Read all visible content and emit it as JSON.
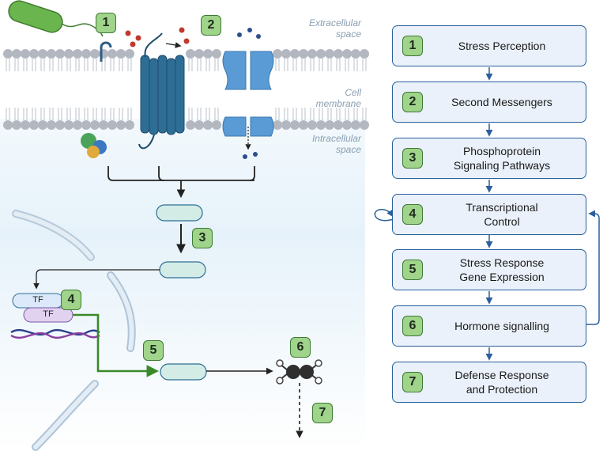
{
  "labels": {
    "extracellular": [
      "Extracellular",
      "space"
    ],
    "membrane": [
      "Cell",
      "membrane"
    ],
    "intracellular": [
      "Intracellular",
      "space"
    ]
  },
  "diagram_badges": [
    "1",
    "2",
    "3",
    "4",
    "5",
    "6",
    "7"
  ],
  "tf_labels": [
    "TF",
    "TF"
  ],
  "flow_steps": [
    {
      "num": "1",
      "lines": [
        "Stress Perception"
      ]
    },
    {
      "num": "2",
      "lines": [
        "Second Messengers"
      ]
    },
    {
      "num": "3",
      "lines": [
        "Phosphoprotein",
        "Signaling Pathways"
      ]
    },
    {
      "num": "4",
      "lines": [
        "Transcriptional",
        "Control"
      ]
    },
    {
      "num": "5",
      "lines": [
        "Stress Response",
        "Gene Expression"
      ]
    },
    {
      "num": "6",
      "lines": [
        "Hormone signalling"
      ]
    },
    {
      "num": "7",
      "lines": [
        "Defense Response",
        "and Protection"
      ]
    }
  ],
  "colors": {
    "membrane_head": "#b3b8c0",
    "background_top": "#ffffff",
    "background_cell": "#e8f3fb",
    "flow_border": "#2a5f9a",
    "flow_fill": "#eaf1fa",
    "badge_fill": "#9fd48a",
    "badge_border": "#3e7a34",
    "receptor_blue": "#2e5f86",
    "channel_blue": "#5b9bd5",
    "green_path": "#3a8a2a"
  }
}
